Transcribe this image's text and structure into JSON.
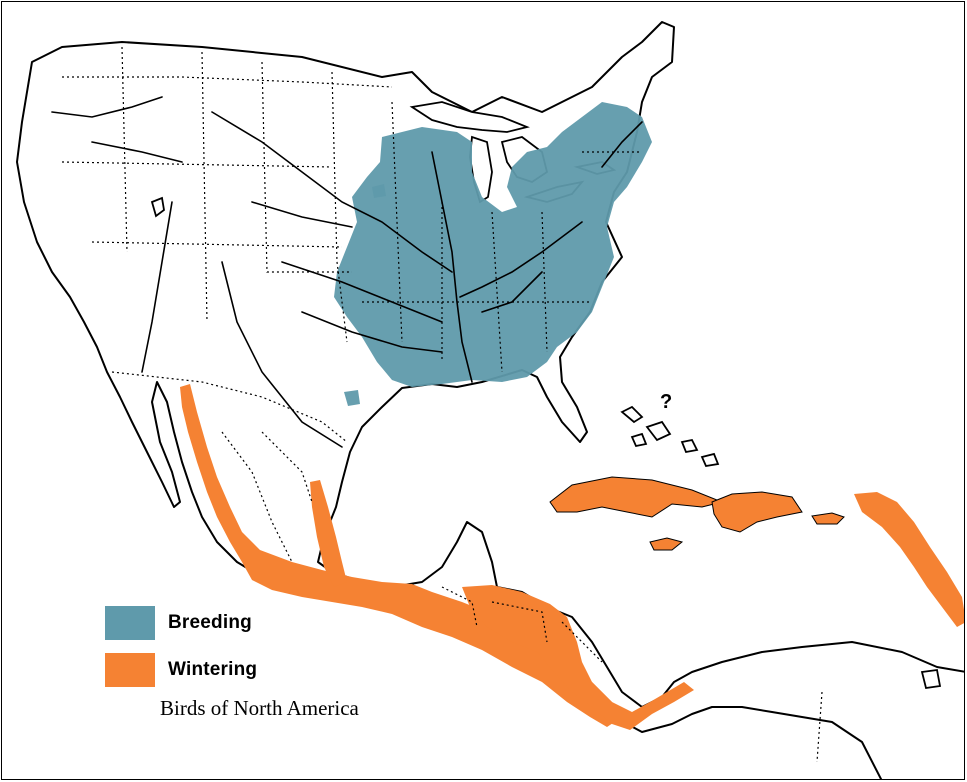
{
  "legend": {
    "items": [
      {
        "label": "Breeding",
        "color": "#5f9aab"
      },
      {
        "label": "Wintering",
        "color": "#f58233"
      }
    ]
  },
  "annotation": {
    "question_mark": "?"
  },
  "caption": "Birds of North America",
  "colors": {
    "land": "#ffffff",
    "border": "#000000",
    "breeding": "#5f9aab",
    "wintering": "#f58233"
  }
}
